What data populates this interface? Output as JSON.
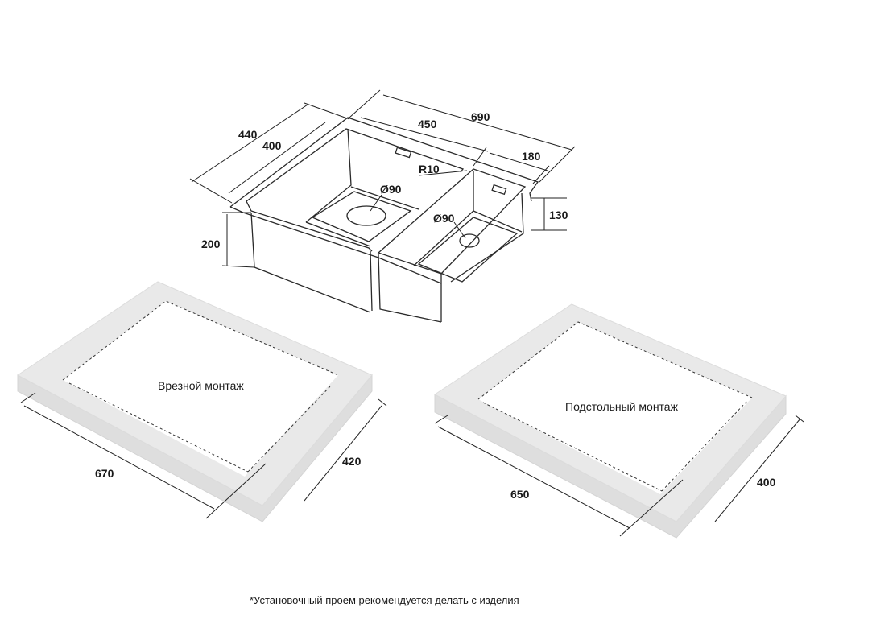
{
  "dimensions": {
    "overall_width": "690",
    "main_bowl_width": "450",
    "small_bowl_width": "180",
    "overall_depth": "440",
    "bowl_depth": "400",
    "radius": "R10",
    "drain_main": "Ø90",
    "drain_small": "Ø90",
    "main_bowl_height": "200",
    "small_bowl_height": "130"
  },
  "inset_mount": {
    "title": "Врезной монтаж",
    "width": "670",
    "depth": "420"
  },
  "undermount": {
    "title": "Подстольный монтаж",
    "width": "650",
    "depth": "400"
  },
  "footnote": "*Установочный проем рекомендуется делать с изделия"
}
